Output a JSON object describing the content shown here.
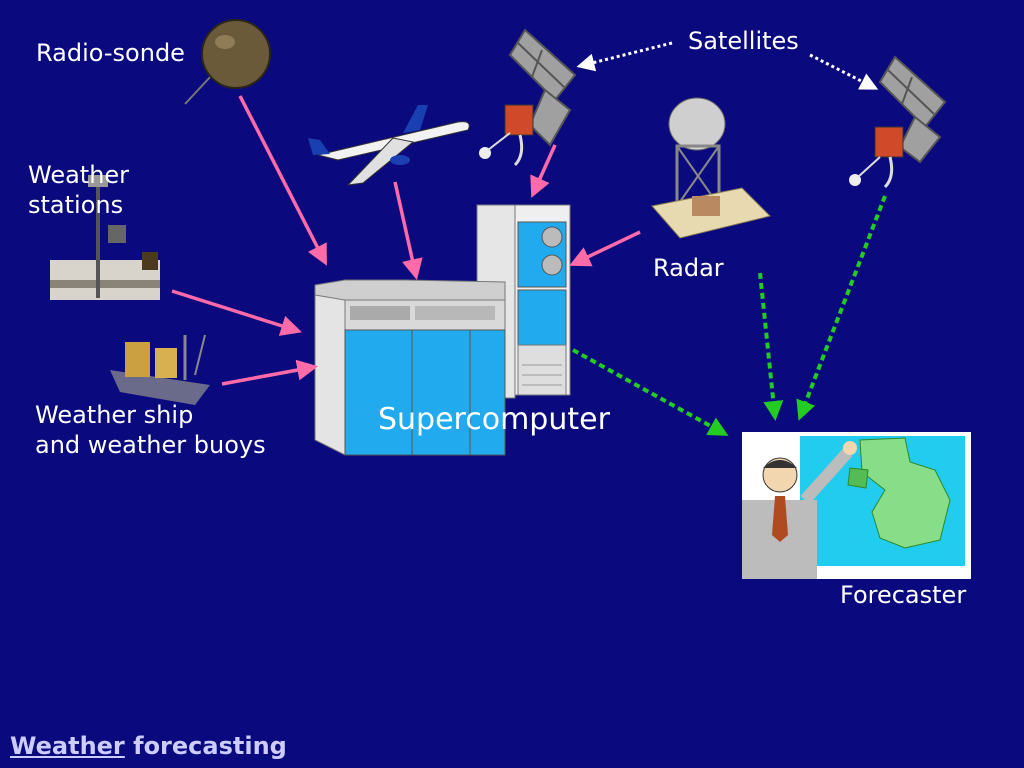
{
  "labels": {
    "radiosonde": "Radio-sonde",
    "satellites": "Satellites",
    "weather_stations": "Weather\nstations",
    "radar": "Radar",
    "weather_ship": "Weather ship\nand weather buoys",
    "supercomputer": "Supercomputer",
    "forecaster": "Forecaster"
  },
  "footer": {
    "link": "Weather",
    "rest": " forecasting"
  },
  "colors": {
    "background": "#0a0a7e",
    "data_arrow": "#ff6aa8",
    "output_arrow": "#22cc22",
    "satellite_arrow": "#ffffff",
    "computer_blue": "#22aaee"
  }
}
